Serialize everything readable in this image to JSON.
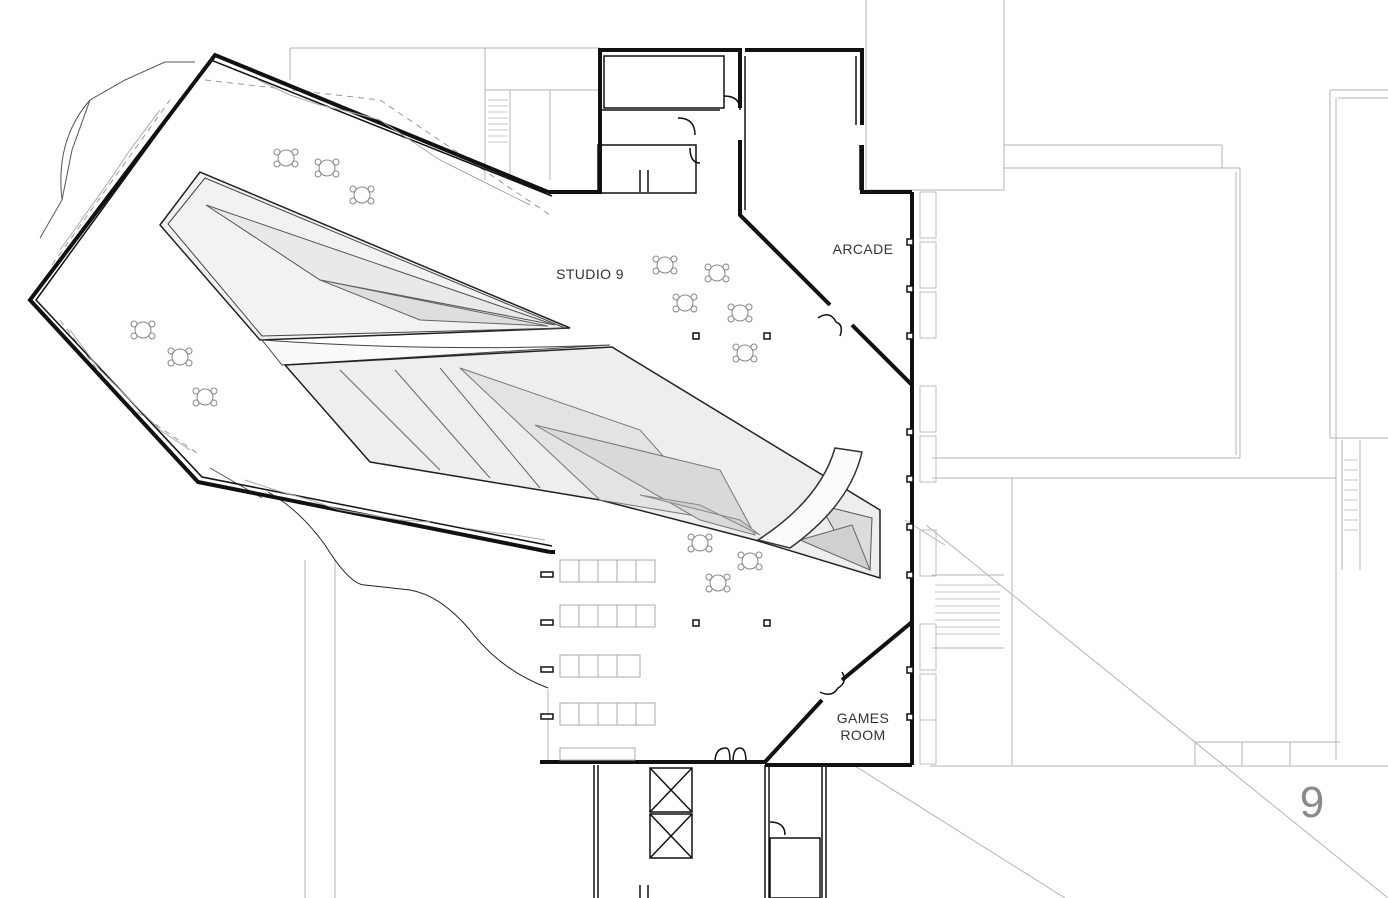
{
  "plan": {
    "rooms": {
      "studio": "STUDIO 9",
      "arcade": "ARCADE",
      "games_line1": "GAMES",
      "games_line2": "ROOM"
    },
    "floor_number": "9"
  },
  "colors": {
    "wall": "#111111",
    "context_line": "#b0b0b0",
    "void_fill_light": "#f1f1f1",
    "void_fill_mid": "#e2e2e2",
    "void_fill_dark": "#d6d6d6",
    "label": "#333333",
    "floor_number": "#8a8a8a"
  }
}
